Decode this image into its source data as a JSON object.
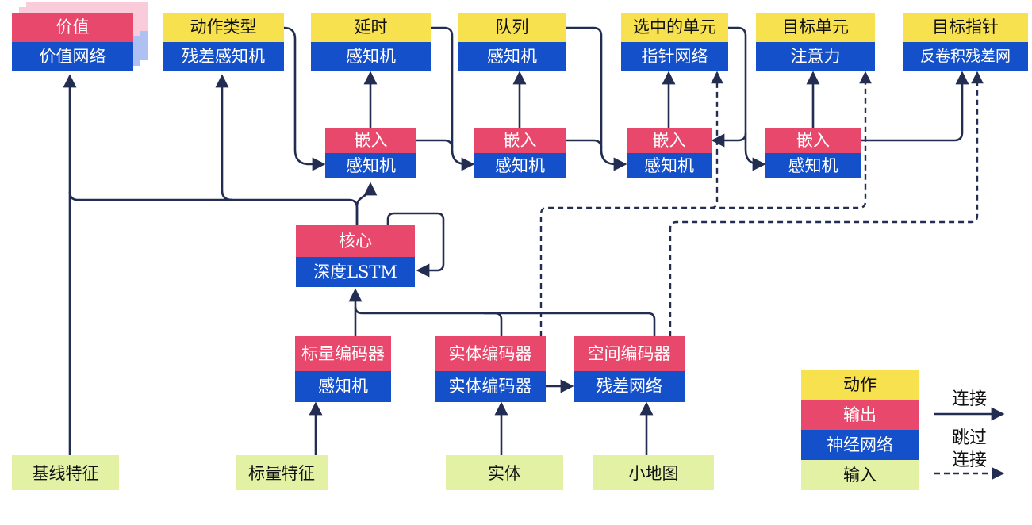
{
  "colors": {
    "yellow": "#F8E14E",
    "pink": "#E8486B",
    "blue": "#1450C9",
    "green": "#E3F1A5",
    "ghost-pink": "#F9CBDB",
    "ghost-blue": "#AFC0F2",
    "line": "#232D52",
    "bg": "#FFFFFF"
  },
  "top_row": [
    {
      "label_top": "价值",
      "label_bottom": "价值网络"
    },
    {
      "label_top": "动作类型",
      "label_bottom": "残差感知机"
    },
    {
      "label_top": "延时",
      "label_bottom": "感知机"
    },
    {
      "label_top": "队列",
      "label_bottom": "感知机"
    },
    {
      "label_top": "选中的单元",
      "label_bottom": "指针网络"
    },
    {
      "label_top": "目标单元",
      "label_bottom": "注意力"
    },
    {
      "label_top": "目标指针",
      "label_bottom": "反卷积残差网"
    }
  ],
  "embed_row": [
    {
      "label_top": "嵌入",
      "label_bottom": "感知机"
    },
    {
      "label_top": "嵌入",
      "label_bottom": "感知机"
    },
    {
      "label_top": "嵌入",
      "label_bottom": "感知机"
    },
    {
      "label_top": "嵌入",
      "label_bottom": "感知机"
    }
  ],
  "core": {
    "label_top": "核心",
    "label_bottom": "深度LSTM"
  },
  "encoders": [
    {
      "label_top": "标量编码器",
      "label_bottom": "感知机"
    },
    {
      "label_top": "实体编码器",
      "label_bottom": "实体编码器"
    },
    {
      "label_top": "空间编码器",
      "label_bottom": "残差网络"
    }
  ],
  "inputs": [
    {
      "label": "基线特征"
    },
    {
      "label": "标量特征"
    },
    {
      "label": "实体"
    },
    {
      "label": "小地图"
    }
  ],
  "legend": {
    "swatches": [
      {
        "label": "动作"
      },
      {
        "label": "输出"
      },
      {
        "label": "神经网络"
      },
      {
        "label": "输入"
      }
    ],
    "solid_arrow_label": "连接",
    "dashed_arrow_label_line1": "跳过",
    "dashed_arrow_label_line2": "连接"
  }
}
